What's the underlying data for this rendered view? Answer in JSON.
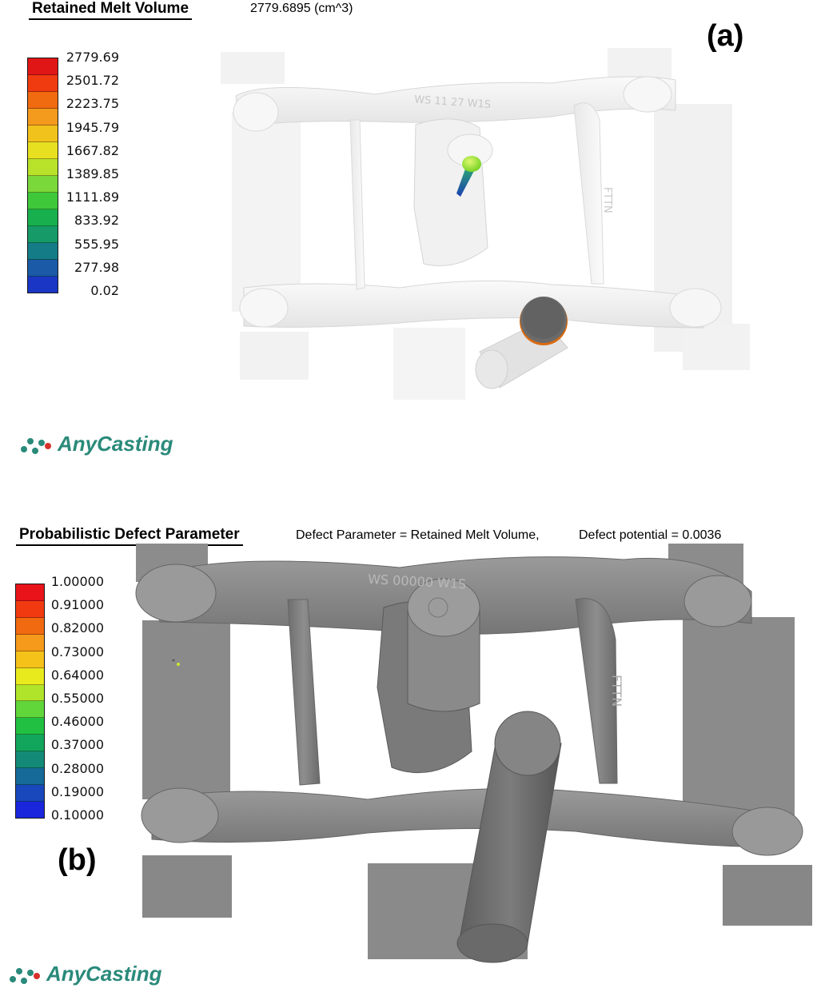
{
  "panel_a": {
    "title": "Retained Melt Volume",
    "value_readout": "2779.6895 (cm^3)",
    "tag": "(a)",
    "legend": {
      "labels": [
        "2779.69",
        "2501.72",
        "2223.75",
        "1945.79",
        "1667.82",
        "1389.85",
        "1111.89",
        "833.92",
        "555.95",
        "277.98",
        "0.02"
      ],
      "colors": [
        "#e01616",
        "#f03a10",
        "#f06a10",
        "#f49a1c",
        "#f2c21c",
        "#e6e020",
        "#b8e22a",
        "#7ad83a",
        "#3ec83a",
        "#18b04e",
        "#159a68",
        "#147c86",
        "#1a5aa6",
        "#1a36c4"
      ]
    },
    "brand": "AnyCasting",
    "casting_mark_top": "WS 11 27 W1S",
    "casting_mark_side": "FTTN"
  },
  "panel_b": {
    "title": "Probabilistic Defect Parameter",
    "defect_parameter": "Defect Parameter = Retained Melt Volume,",
    "defect_potential": "Defect potential = 0.0036",
    "tag": "(b)",
    "legend": {
      "labels": [
        "1.00000",
        "0.91000",
        "0.82000",
        "0.73000",
        "0.64000",
        "0.55000",
        "0.46000",
        "0.37000",
        "0.28000",
        "0.19000",
        "0.10000"
      ],
      "colors": [
        "#e8141a",
        "#f23a10",
        "#f26a10",
        "#f59a1a",
        "#f5c21a",
        "#e8ea1e",
        "#b0e42a",
        "#60d63a",
        "#22c042",
        "#12a65c",
        "#138a78",
        "#156a98",
        "#1848bc",
        "#1a26dc"
      ]
    },
    "brand": "AnyCasting",
    "casting_mark_top": "WS 00000 W1S",
    "casting_mark_side": "FTTN"
  },
  "colors": {
    "casting_light": "#efefef",
    "casting_dark": "#8a8a8a",
    "brand_teal": "#2a8a7a",
    "brand_red": "#d8302a"
  }
}
